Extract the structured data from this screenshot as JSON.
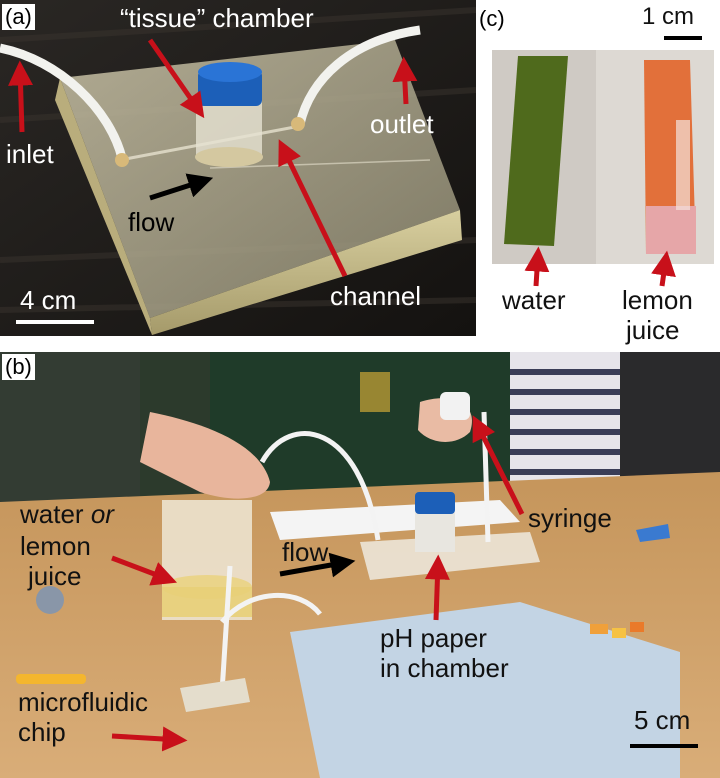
{
  "panel_a": {
    "tag": "(a)",
    "labels": {
      "chamber": "“tissue” chamber",
      "inlet": "inlet",
      "outlet": "outlet",
      "flow": "flow",
      "channel": "channel"
    },
    "scale": "4 cm"
  },
  "panel_b": {
    "tag": "(b)",
    "labels": {
      "water_line1": "water ",
      "water_or": "or",
      "water_line2": "lemon",
      "water_line3": "juice",
      "flow": "flow",
      "syringe": "syringe",
      "ph_line1": "pH paper",
      "ph_line2": "in chamber",
      "chip_line1": "microfluidic",
      "chip_line2": "chip"
    },
    "scale": "5 cm"
  },
  "panel_c": {
    "tag": "(c)",
    "scale": "1 cm",
    "labels": {
      "water": "water",
      "lemon_line1": "lemon",
      "lemon_line2": "juice"
    }
  },
  "colors": {
    "arrow_red": "#c8101a",
    "arrow_black": "#000000",
    "cap_blue": "#1c5fb8",
    "strip_green": "#4f6a1c",
    "strip_orange": "#e2703a",
    "table_wood": "#c89a62"
  }
}
